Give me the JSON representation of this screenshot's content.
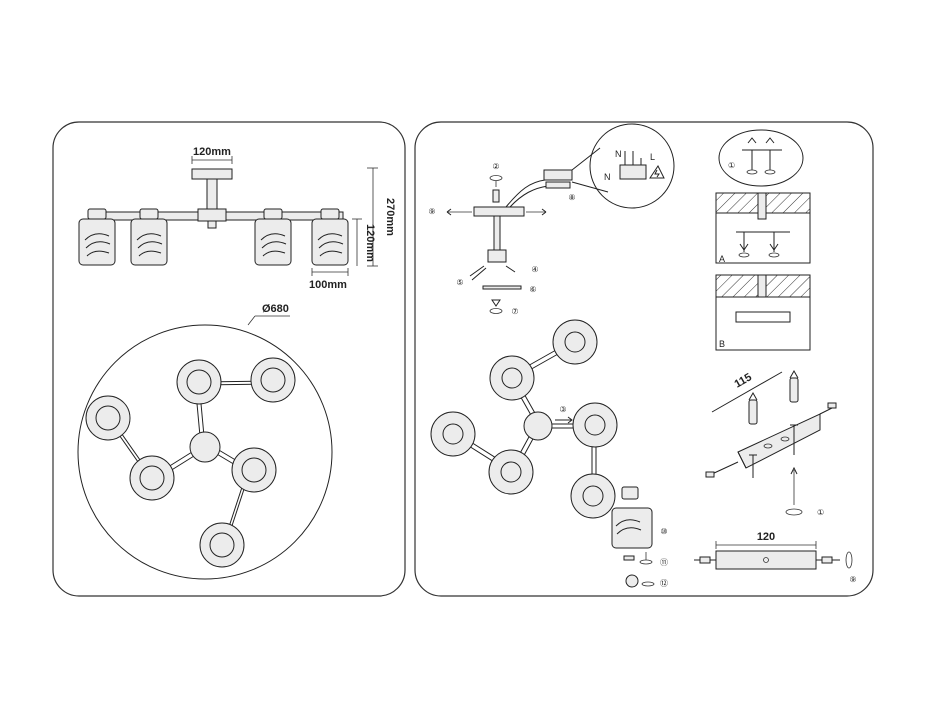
{
  "left_panel": {
    "dims": {
      "plate_width": "120mm",
      "height_total": "270mm",
      "height_shade": "120mm",
      "shade_width": "100mm",
      "diameter": "Ø680"
    }
  },
  "right_panel": {
    "steps": [
      "②",
      "④",
      "⑤",
      "⑥",
      "⑦",
      "⑧",
      "⑨",
      "③",
      "⑩",
      "⑪",
      "⑫",
      "①"
    ],
    "detail_labels": {
      "a": "A",
      "b": "B",
      "plate_len": "115",
      "plate_width": "120"
    },
    "terminal_labels": {
      "n": "N",
      "l": "L"
    }
  },
  "icons": [
    "electric-hazard-icon",
    "rotate-arrow-icon",
    "screw-icon",
    "wall-plug-icon"
  ]
}
